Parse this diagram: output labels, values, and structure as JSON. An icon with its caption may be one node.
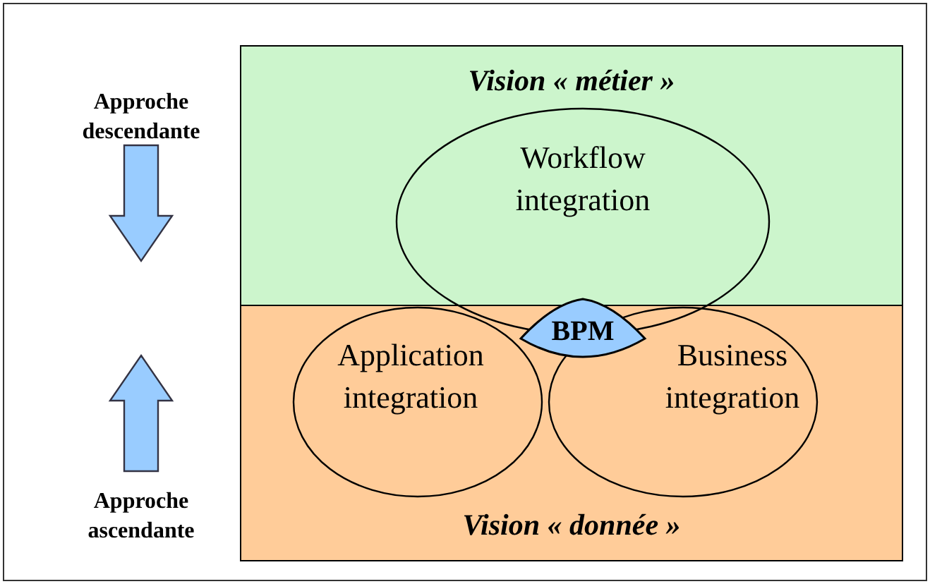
{
  "diagram": {
    "nodes": [
      {
        "text": [
          "Vision « métier »"
        ]
      },
      {
        "text": [
          "Workflow integration"
        ]
      },
      {
        "text": [
          "BPM"
        ]
      },
      {
        "text": [
          "Vision « donnée »"
        ]
      },
      {
        "text": [
          "Application integration"
        ],
        "in": 3
      },
      {
        "text": [
          "Business integration"
        ],
        "in": 3
      }
    ],
    "edges": [],
    "labels": [
      "Approche descendante",
      "Approche ascendante"
    ]
  }
}
